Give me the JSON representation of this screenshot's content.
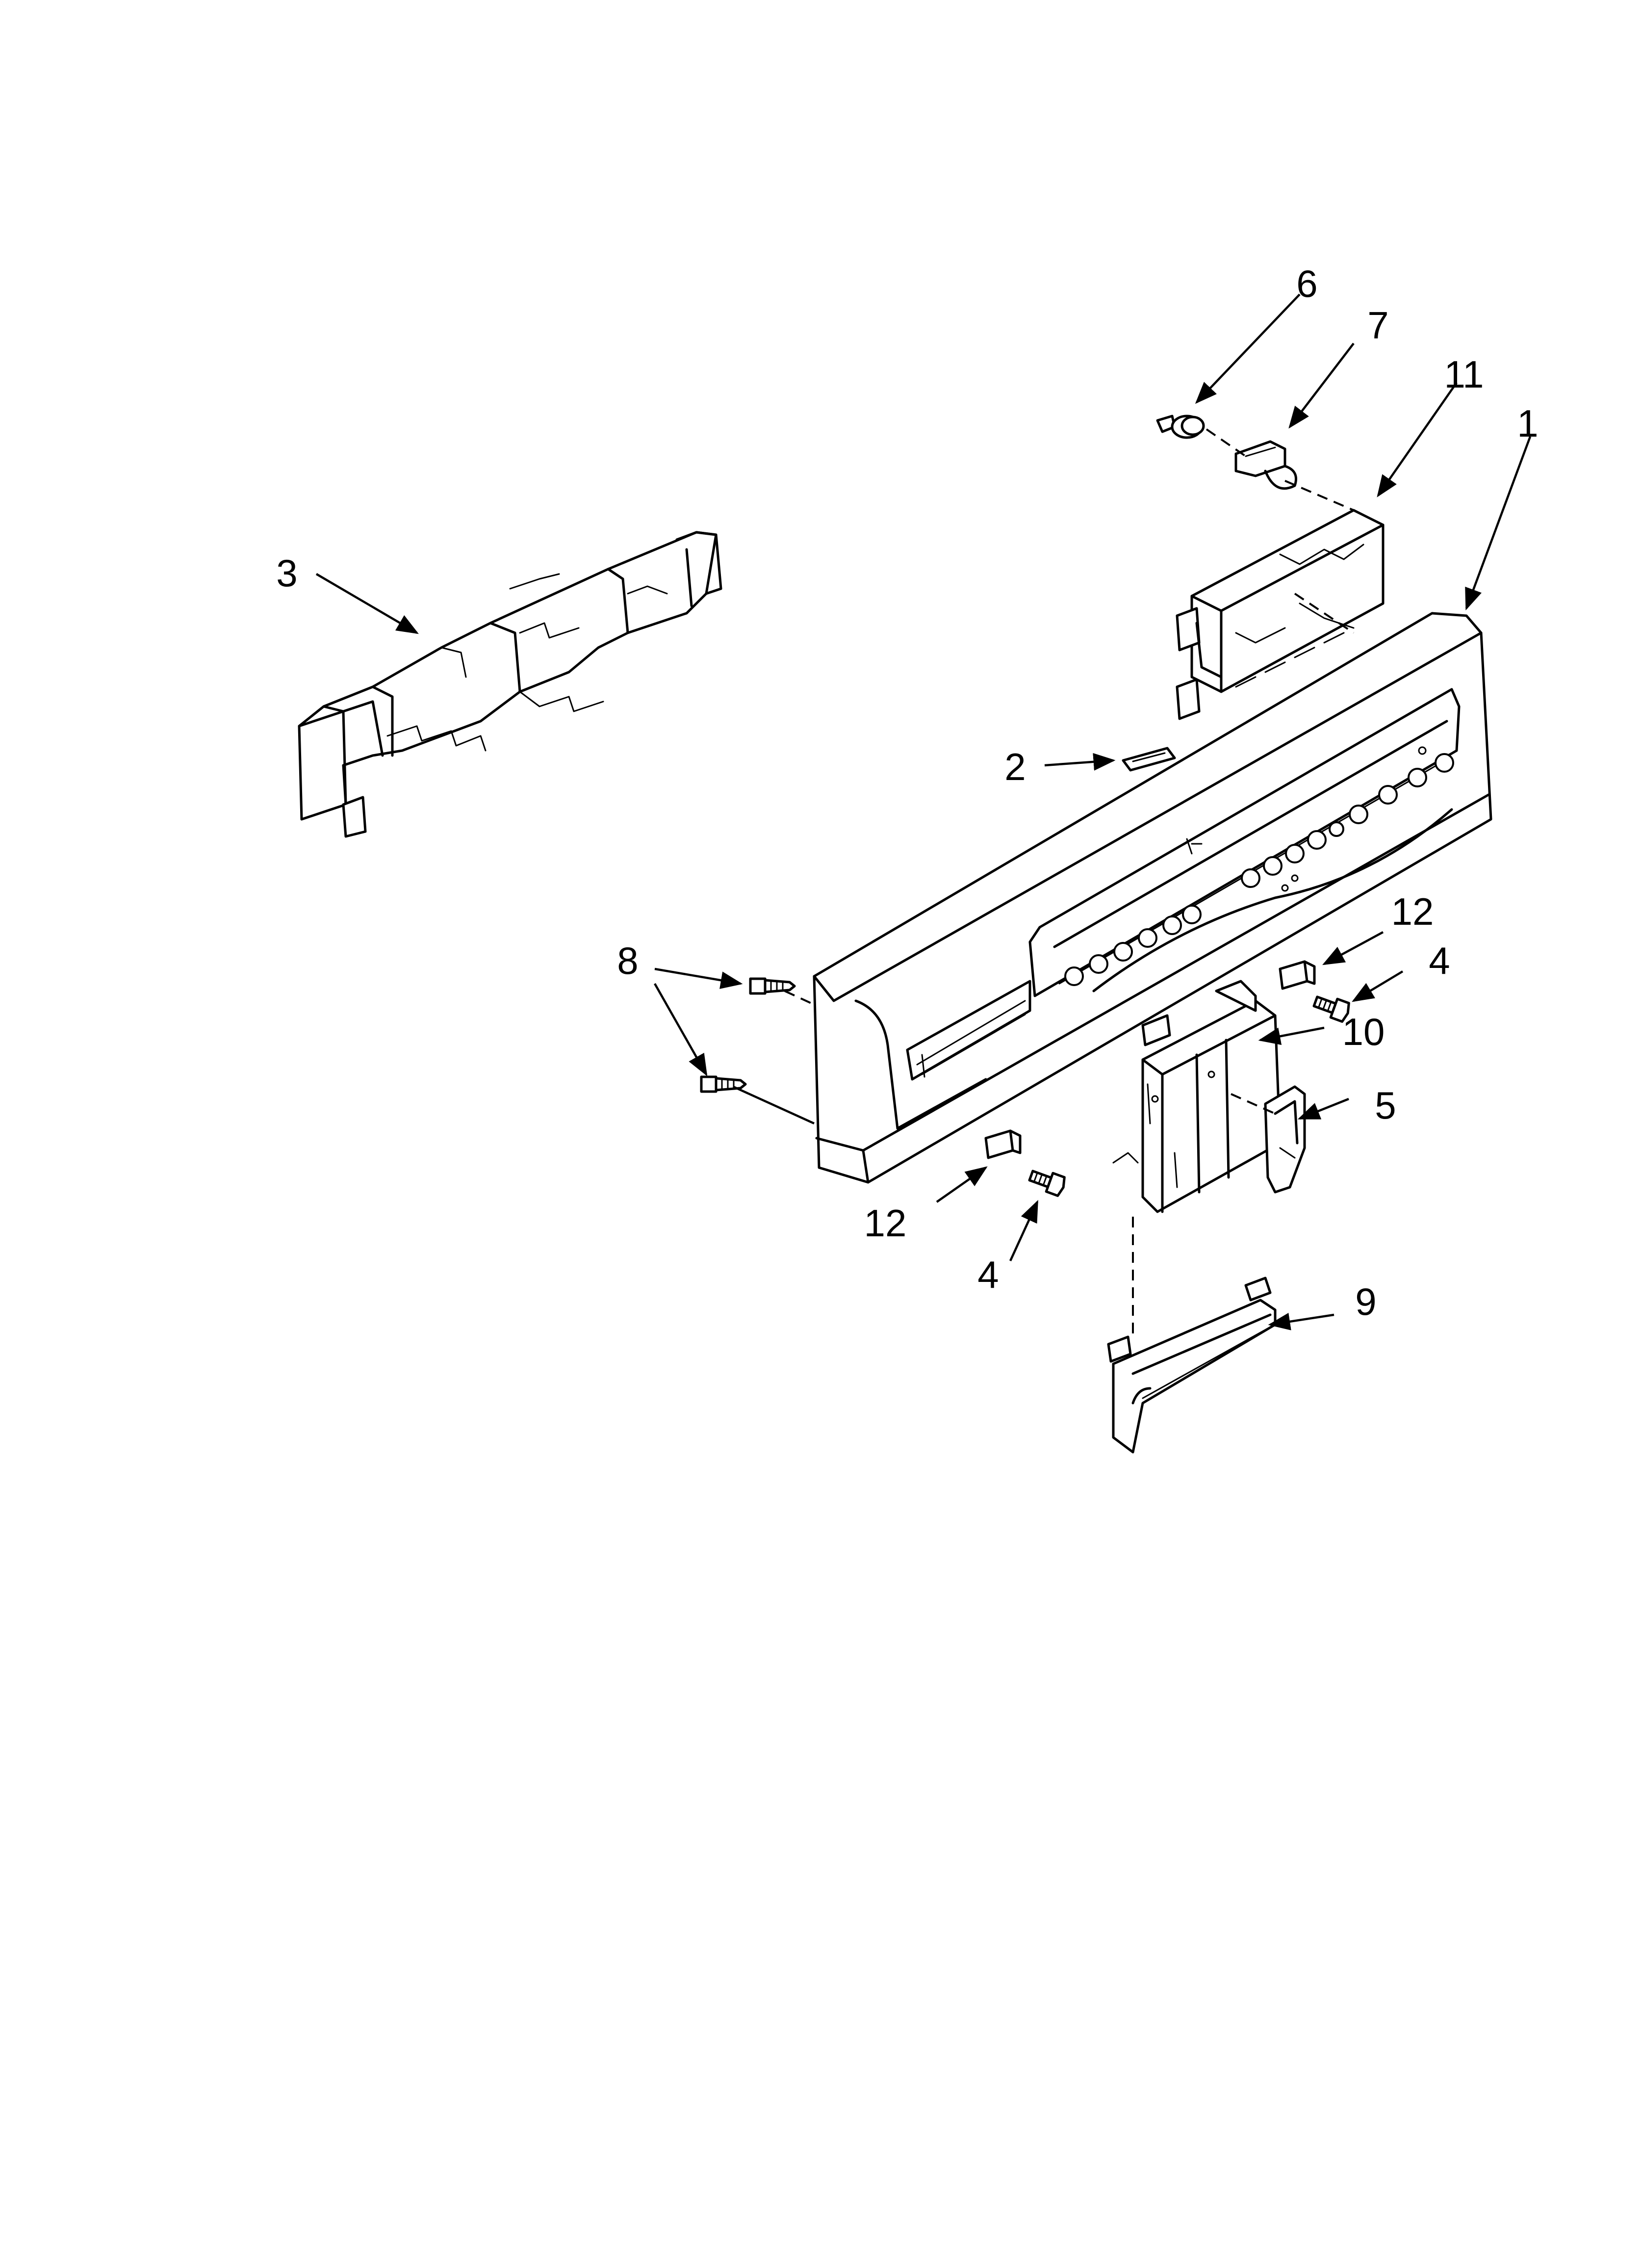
{
  "callouts": {
    "c1": "1",
    "c2": "2",
    "c3": "3",
    "c4a": "4",
    "c4b": "4",
    "c5": "5",
    "c6": "6",
    "c7": "7",
    "c8": "8",
    "c9": "9",
    "c10": "10",
    "c11": "11",
    "c12a": "12",
    "c12b": "12"
  }
}
